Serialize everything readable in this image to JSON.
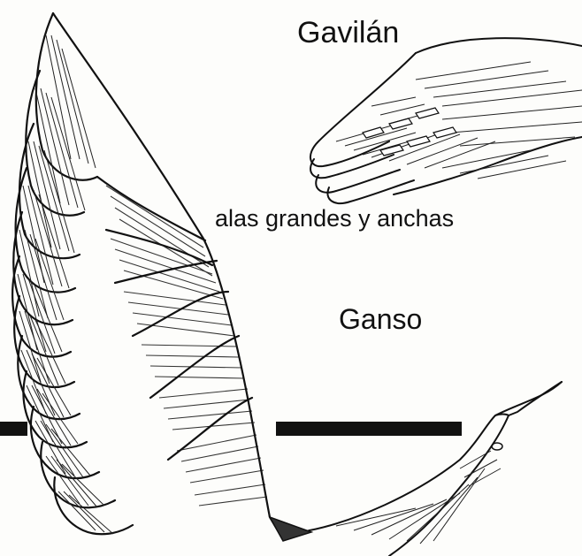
{
  "labels": {
    "hawk": "Gavilán",
    "wings": "alas  grandes y anchas",
    "goose": "Ganso"
  },
  "colors": {
    "ink": "#111111",
    "paper": "#fdfdfb"
  },
  "icons": {
    "goose_wing": "goose-wing-icon",
    "hawk_wing": "hawk-wing-icon",
    "goose_head": "goose-head-icon"
  }
}
